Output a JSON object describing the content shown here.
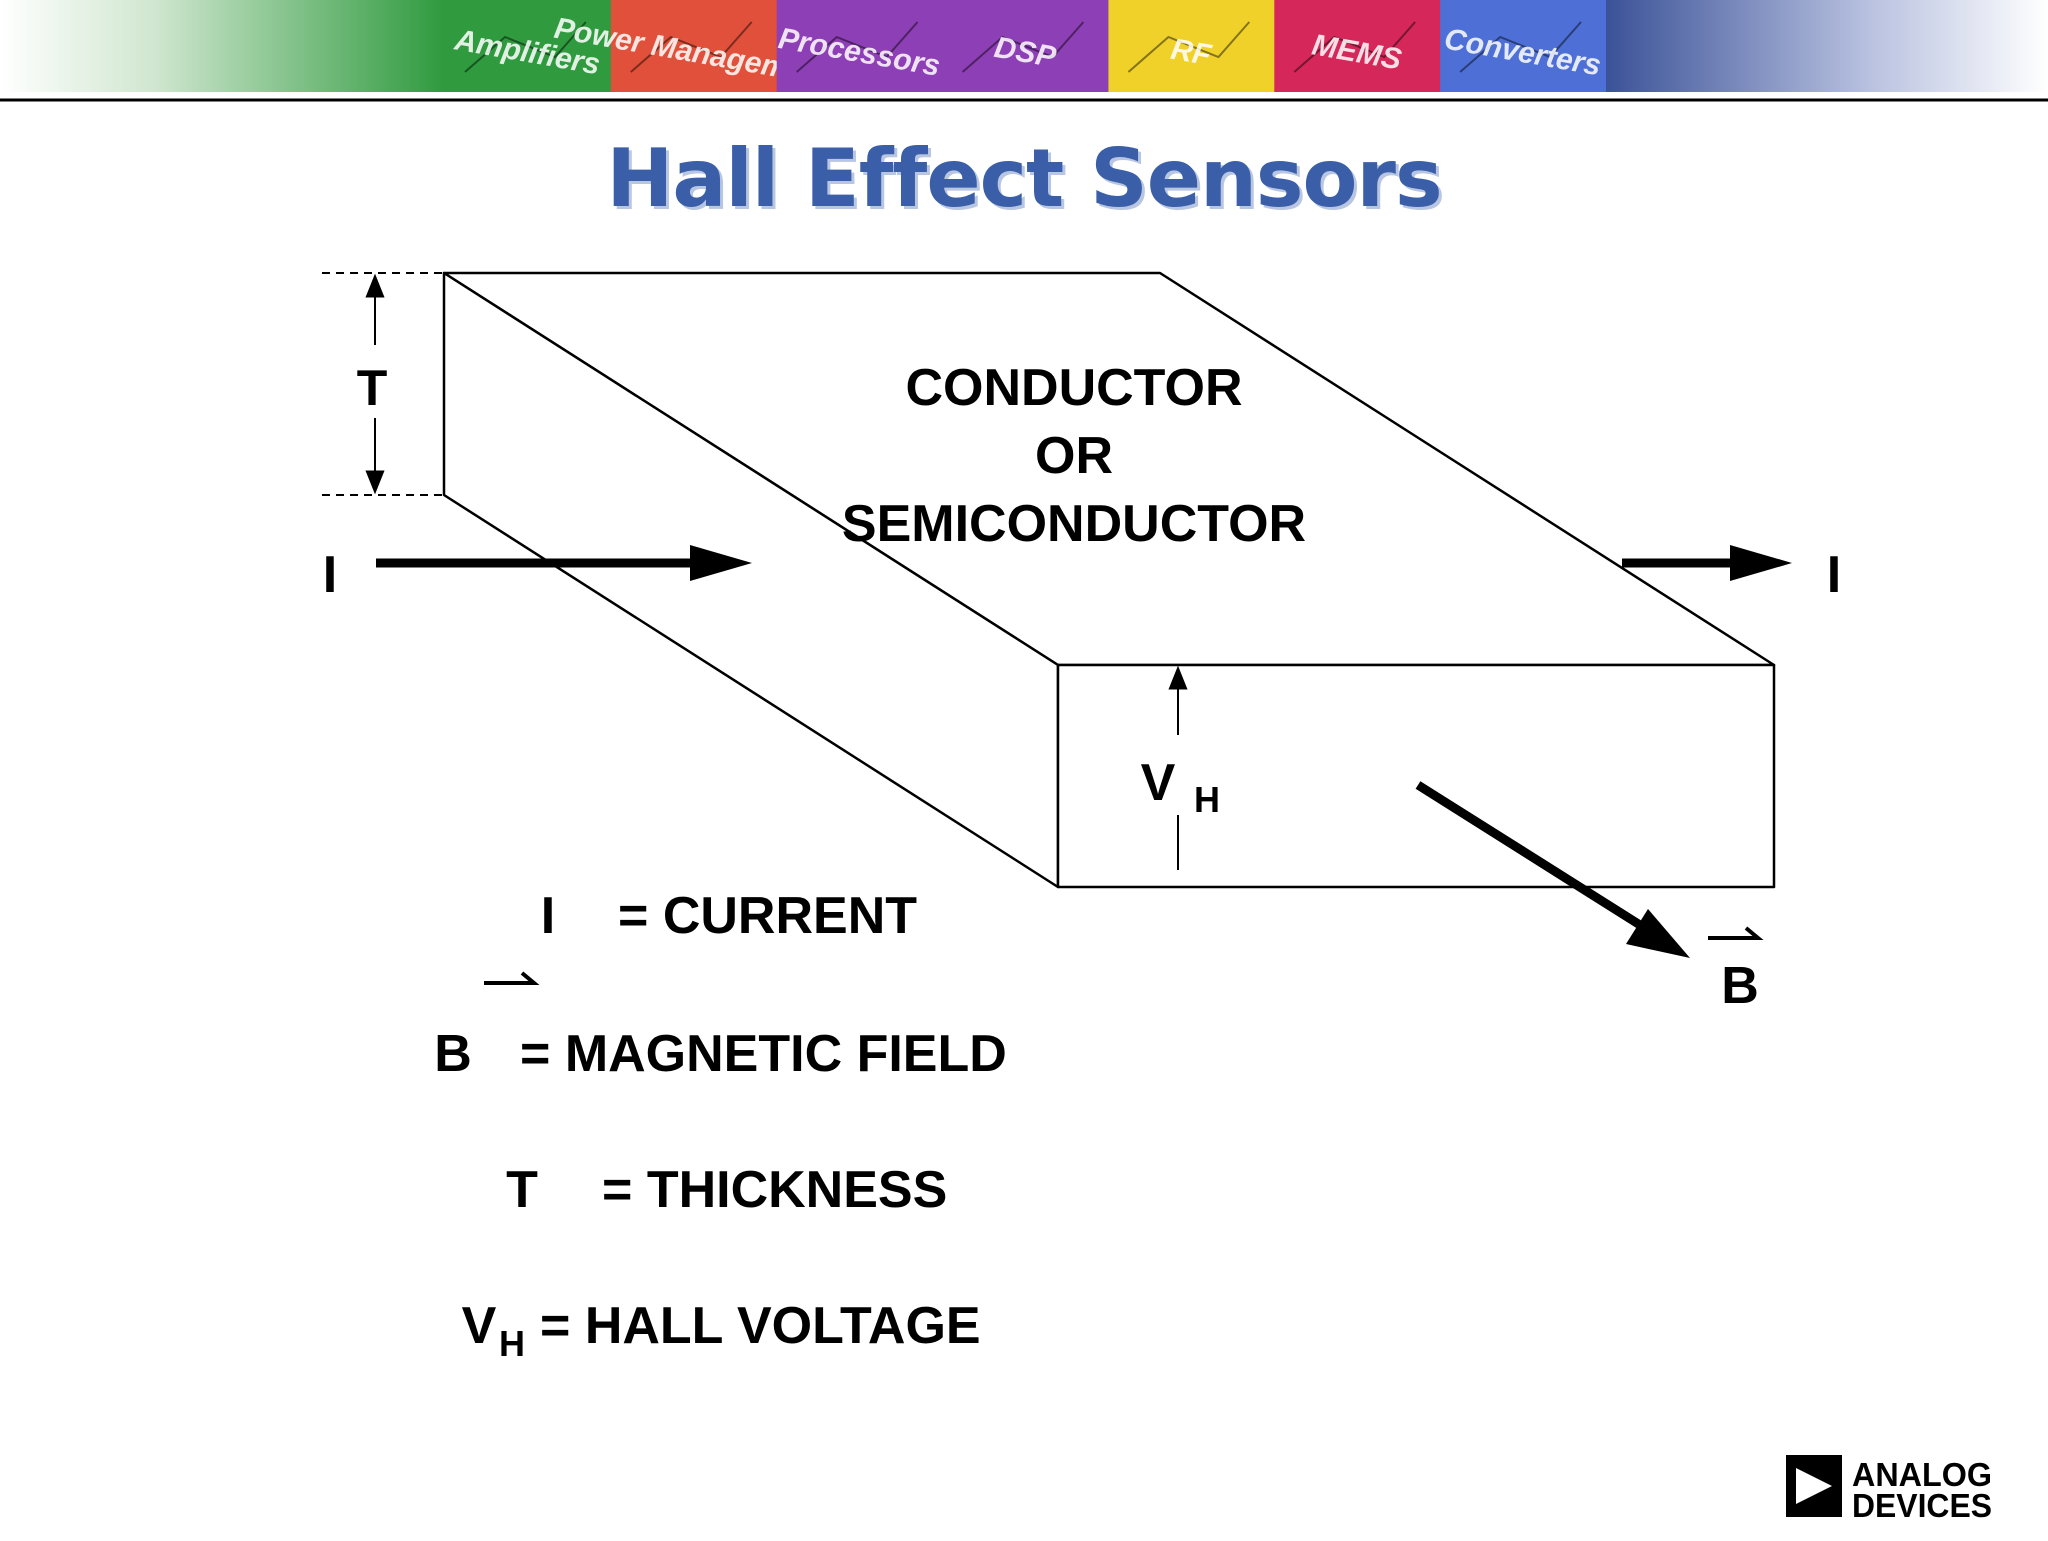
{
  "slide": {
    "title": "Hall Effect Sensors",
    "accent_color": "#3a5fa8"
  },
  "banner": {
    "tiles": [
      {
        "label": "Amplifiers",
        "color": "#2f9a3e"
      },
      {
        "label": "Power Management",
        "color": "#e1503a"
      },
      {
        "label": "Processors",
        "color": "#8d3fb5"
      },
      {
        "label": "DSP",
        "color": "#8d3fb5"
      },
      {
        "label": "RF",
        "color": "#f0d12a"
      },
      {
        "label": "MEMS",
        "color": "#d5275a"
      },
      {
        "label": "Converters",
        "color": "#4d6fd6"
      }
    ]
  },
  "diagram": {
    "block_label": [
      "CONDUCTOR",
      "OR",
      "SEMICONDUCTOR"
    ],
    "thickness_symbol": "T",
    "current_symbol": "I",
    "field_symbol": "B",
    "voltage_symbol": "V",
    "voltage_subscript": "H"
  },
  "legend": [
    {
      "symbol": "I",
      "text": "= CURRENT"
    },
    {
      "symbol": "B",
      "text": "= MAGNETIC FIELD"
    },
    {
      "symbol": "T",
      "text": "= THICKNESS"
    },
    {
      "symbol": "V",
      "subscript": "H",
      "text": "= HALL VOLTAGE"
    }
  ],
  "logo": {
    "line1": "ANALOG",
    "line2": "DEVICES"
  }
}
